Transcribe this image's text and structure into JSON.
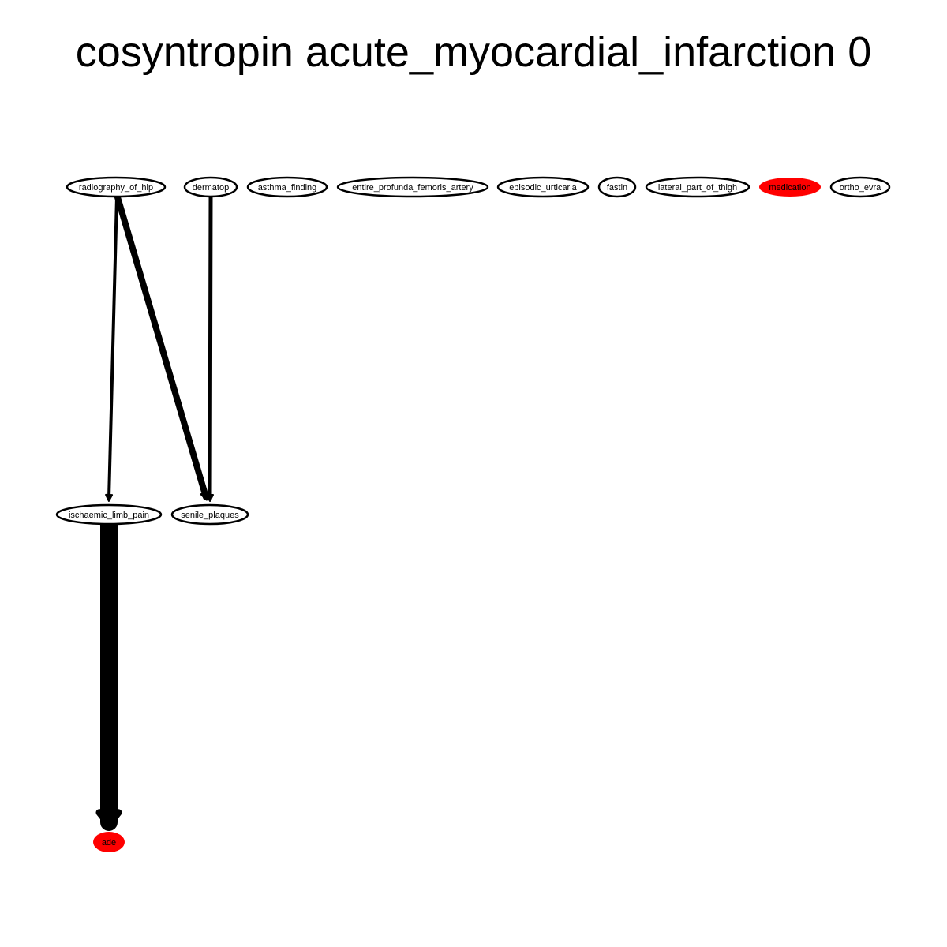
{
  "title": "cosyntropin acute_myocardial_infarction 0",
  "colors": {
    "highlight_fill": "#ff0000",
    "default_fill": "#ffffff",
    "stroke": "#000000"
  },
  "nodes": [
    {
      "id": "radiography_of_hip",
      "label": "radiography_of_hip",
      "highlight": false
    },
    {
      "id": "dermatop",
      "label": "dermatop",
      "highlight": false
    },
    {
      "id": "asthma_finding",
      "label": "asthma_finding",
      "highlight": false
    },
    {
      "id": "entire_profunda_femoris_artery",
      "label": "entire_profunda_femoris_artery",
      "highlight": false
    },
    {
      "id": "episodic_urticaria",
      "label": "episodic_urticaria",
      "highlight": false
    },
    {
      "id": "fastin",
      "label": "fastin",
      "highlight": false
    },
    {
      "id": "lateral_part_of_thigh",
      "label": "lateral_part_of_thigh",
      "highlight": false
    },
    {
      "id": "medication",
      "label": "medication",
      "highlight": true
    },
    {
      "id": "ortho_evra",
      "label": "ortho_evra",
      "highlight": false
    },
    {
      "id": "ischaemic_limb_pain",
      "label": "ischaemic_limb_pain",
      "highlight": false
    },
    {
      "id": "senile_plaques",
      "label": "senile_plaques",
      "highlight": false
    },
    {
      "id": "ade",
      "label": "ade",
      "highlight": true
    }
  ],
  "edges": [
    {
      "from": "radiography_of_hip",
      "to": "ischaemic_limb_pain",
      "weight": 1
    },
    {
      "from": "radiography_of_hip",
      "to": "senile_plaques",
      "weight": 2
    },
    {
      "from": "dermatop",
      "to": "senile_plaques",
      "weight": 1
    },
    {
      "from": "ischaemic_limb_pain",
      "to": "ade",
      "weight": 6
    }
  ]
}
